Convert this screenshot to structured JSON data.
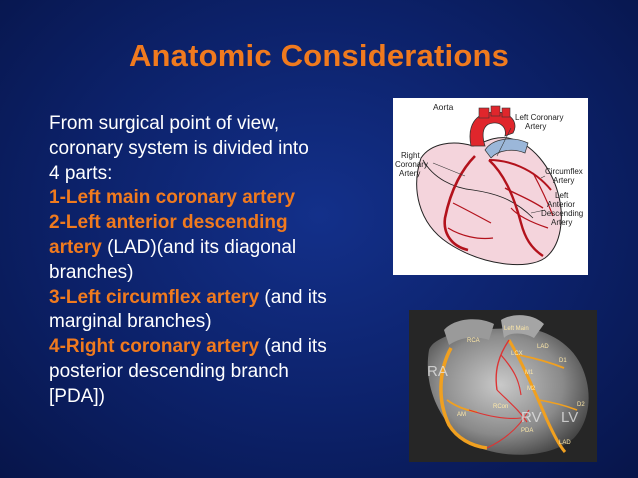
{
  "slide": {
    "title": "Anatomic Considerations",
    "lines": [
      [
        {
          "text": "From surgical point of view,",
          "hl": false
        }
      ],
      [
        {
          "text": "coronary system is divided into",
          "hl": false
        }
      ],
      [
        {
          "text": "4 parts:",
          "hl": false
        }
      ],
      [
        {
          "text": "1-Left main coronary artery",
          "hl": true
        }
      ],
      [
        {
          "text": "2-Left anterior descending",
          "hl": true
        }
      ],
      [
        {
          "text": "artery",
          "hl": true
        },
        {
          "text": " (LAD)(and its diagonal",
          "hl": false
        }
      ],
      [
        {
          "text": "branches)",
          "hl": false
        }
      ],
      [
        {
          "text": "3-Left circumflex artery",
          "hl": true
        },
        {
          "text": " (and its",
          "hl": false
        }
      ],
      [
        {
          "text": "marginal branches)",
          "hl": false
        }
      ],
      [
        {
          "text": "4-Right coronary artery",
          "hl": true
        },
        {
          "text": " (and its",
          "hl": false
        }
      ],
      [
        {
          "text": "posterior descending branch",
          "hl": false
        }
      ],
      [
        {
          "text": "[PDA])",
          "hl": false
        }
      ]
    ]
  },
  "diagram1": {
    "aorta": "Aorta",
    "left_coronary_1": "Left Coronary",
    "left_coronary_2": "Artery",
    "right_1": "Right",
    "right_2": "Coronary",
    "right_3": "Artery",
    "circ_1": "Circumflex",
    "circ_2": "Artery",
    "lad_1": "Left",
    "lad_2": "Anterior",
    "lad_3": "Descending",
    "lad_4": "Artery"
  },
  "diagram2": {
    "left_main": "Left Main",
    "rca": "RCA",
    "lad": "LAD",
    "lcx": "LCX",
    "d1": "D1",
    "m1": "M1",
    "m2": "M2",
    "d2": "D2",
    "am": "AM",
    "ra": "RA",
    "rv": "RV",
    "lv": "LV",
    "pda": "PDA",
    "lad_bottom": "LAD",
    "rcon": "RCon"
  },
  "colors": {
    "background": "#0c2169",
    "accent": "#f07a1e",
    "text": "#ffffff"
  }
}
